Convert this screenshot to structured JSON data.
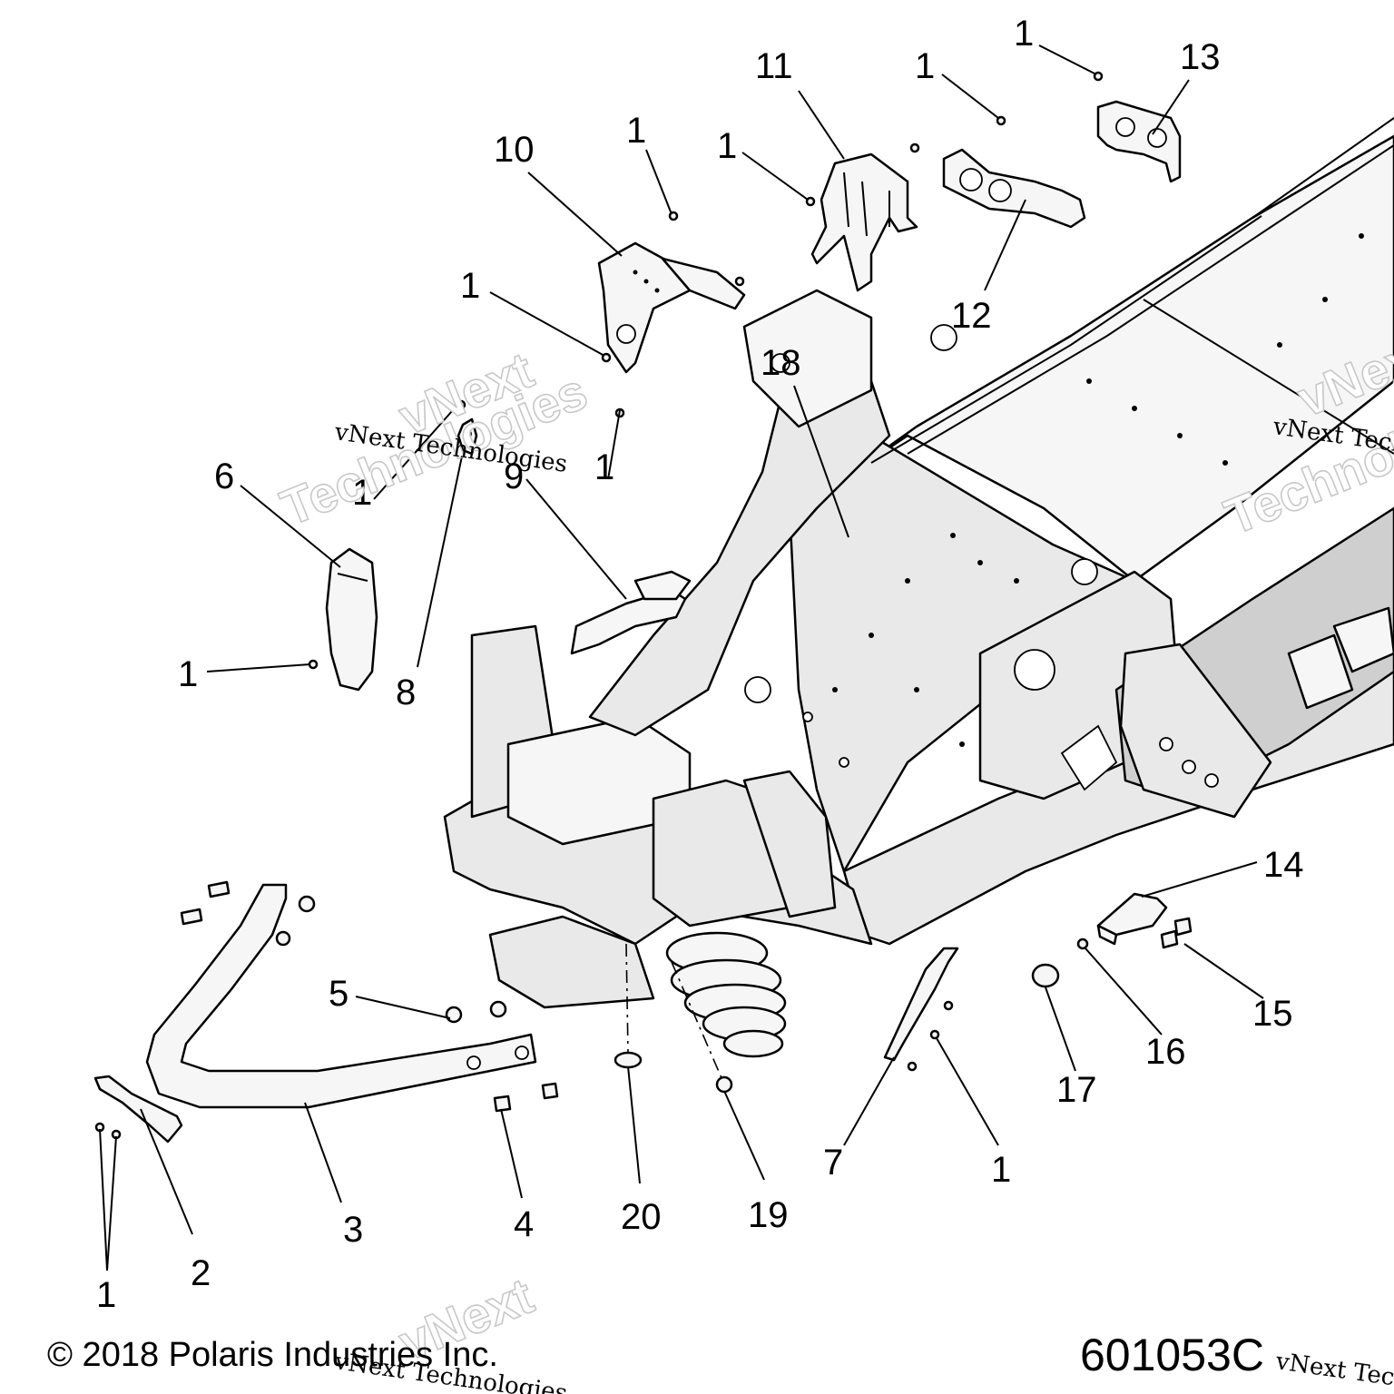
{
  "diagram": {
    "callouts": [
      "1",
      "2",
      "3",
      "4",
      "5",
      "6",
      "7",
      "8",
      "9",
      "10",
      "11",
      "12",
      "13",
      "14",
      "15",
      "16",
      "17",
      "18",
      "19",
      "20"
    ]
  },
  "watermark": {
    "line1": "vNext",
    "line2": "Technologies",
    "caption": "vNext Technologies"
  },
  "footer": {
    "copyright": "© 2018 Polaris Industries Inc.",
    "figure_code": "601053C"
  }
}
